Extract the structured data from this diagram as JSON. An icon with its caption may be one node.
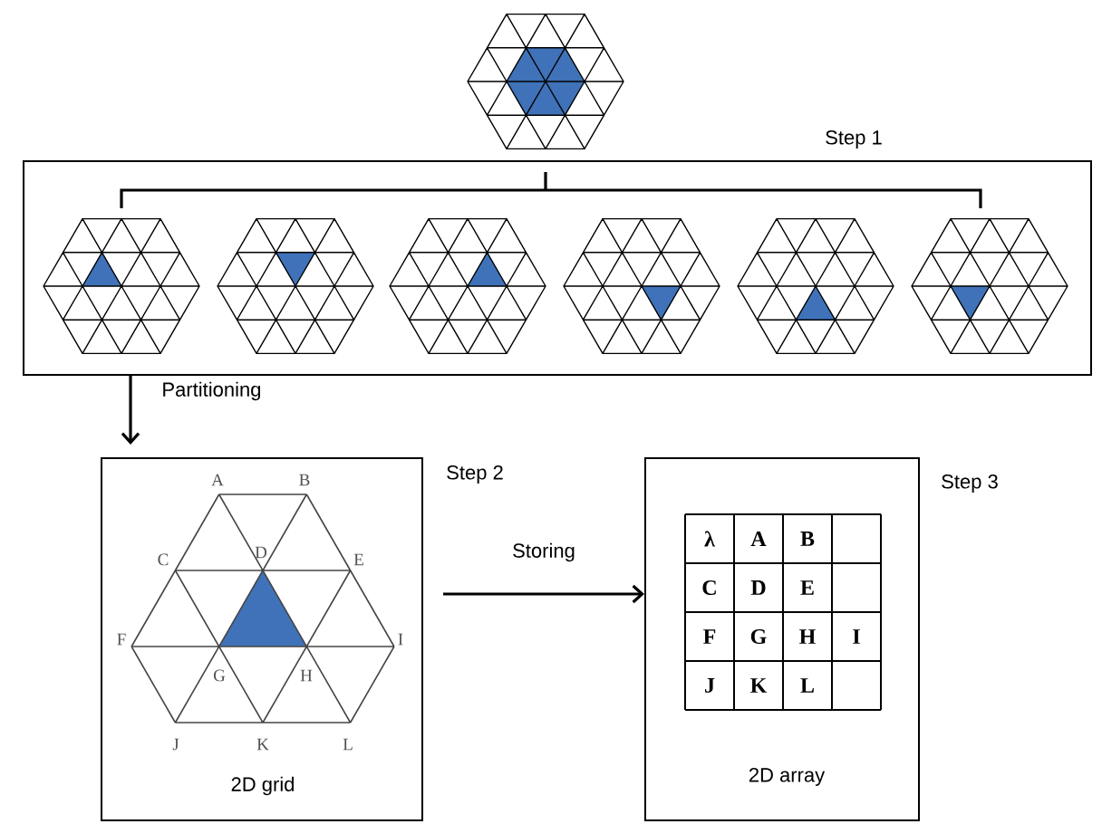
{
  "diagram": {
    "nodes": [
      {
        "text": [],
        "shape": "picture"
      },
      {
        "text": [
          "Step 1"
        ]
      },
      {
        "text": [],
        "shape": "picture",
        "in": 1
      },
      {
        "text": [],
        "shape": "picture",
        "in": 1
      },
      {
        "text": [],
        "shape": "picture",
        "in": 1
      },
      {
        "text": [],
        "shape": "picture",
        "in": 1
      },
      {
        "text": [],
        "shape": "picture",
        "in": 1
      },
      {
        "text": [],
        "shape": "picture",
        "in": 1
      },
      {
        "text": [
          "Step 2",
          "2D grid"
        ]
      },
      {
        "text": [
          "Step 3",
          "2D array"
        ]
      }
    ],
    "edges": [
      {
        "from": 1,
        "to": 8,
        "arrow": "to",
        "label": "Partitioning"
      },
      {
        "from": 8,
        "to": 9,
        "arrow": "to",
        "label": "Storing"
      }
    ],
    "labels": [
      "A",
      "B",
      "C",
      "D",
      "E",
      "F",
      "I",
      "G",
      "H",
      "J",
      "K",
      "L",
      "λ",
      "A",
      "B",
      "C",
      "D",
      "E",
      "F",
      "G",
      "H",
      "I",
      "J",
      "K",
      "L"
    ]
  }
}
